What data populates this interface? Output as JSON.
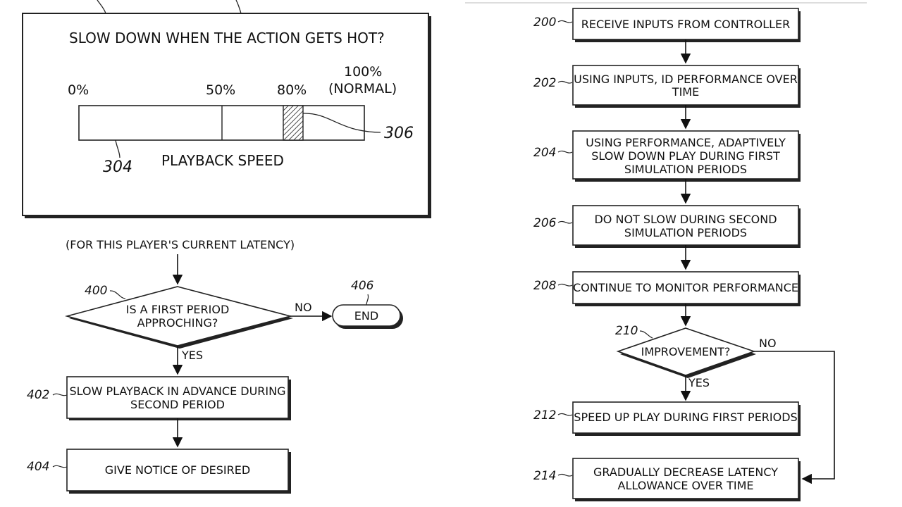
{
  "slider_panel": {
    "question": "SLOW DOWN WHEN THE ACTION GETS HOT?",
    "pct_0": "0%",
    "pct_50": "50%",
    "pct_80": "80%",
    "pct_100": "100%",
    "pct_normal": "(NORMAL)",
    "bar_label": "PLAYBACK SPEED",
    "ref_bar": "304",
    "ref_marker": "306",
    "marker_value_pct": 80
  },
  "flow_left": {
    "condition": "(FOR THIS PLAYER'S CURRENT LATENCY)",
    "ref_400": "400",
    "decision_line1": "IS A FIRST PERIOD",
    "decision_line2": "APPROCHING?",
    "no_label": "NO",
    "yes_label": "YES",
    "ref_406": "406",
    "end_label": "END",
    "ref_402": "402",
    "box402_line1": "SLOW PLAYBACK IN ADVANCE DURING",
    "box402_line2": "SECOND PERIOD",
    "ref_404": "404",
    "box404_line1": "GIVE NOTICE OF DESIRED"
  },
  "flow_right": {
    "ref_200": "200",
    "box200": "RECEIVE INPUTS FROM CONTROLLER",
    "ref_202": "202",
    "box202_line1": "USING INPUTS, ID PERFORMANCE OVER",
    "box202_line2": "TIME",
    "ref_204": "204",
    "box204_line1": "USING PERFORMANCE, ADAPTIVELY",
    "box204_line2": "SLOW DOWN PLAY DURING FIRST",
    "box204_line3": "SIMULATION PERIODS",
    "ref_206": "206",
    "box206_line1": "DO NOT SLOW DURING SECOND",
    "box206_line2": "SIMULATION PERIODS",
    "ref_208": "208",
    "box208": "CONTINUE TO MONITOR PERFORMANCE",
    "ref_210": "210",
    "decision210": "IMPROVEMENT?",
    "no_label": "NO",
    "yes_label": "YES",
    "ref_212": "212",
    "box212": "SPEED UP PLAY DURING FIRST PERIODS",
    "ref_214": "214",
    "box214_line1": "GRADUALLY DECREASE LATENCY",
    "box214_line2": "ALLOWANCE OVER TIME"
  }
}
